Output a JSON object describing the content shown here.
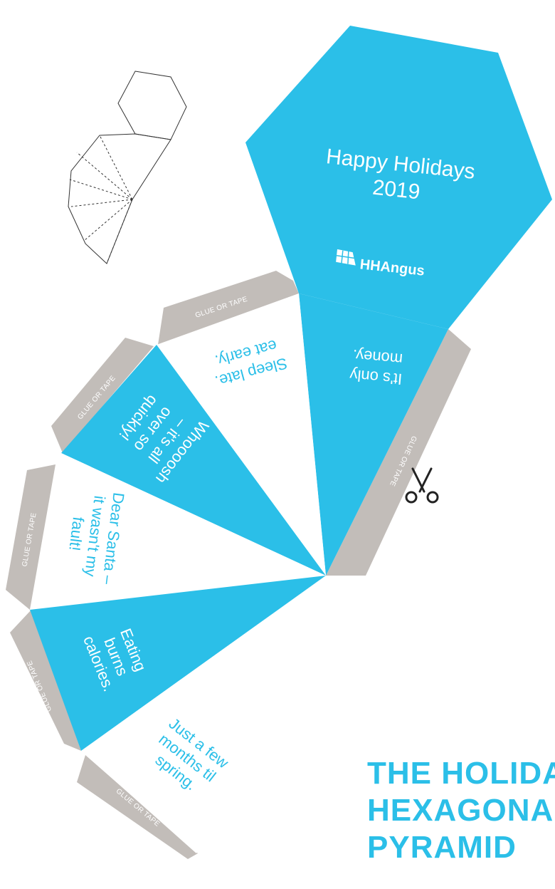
{
  "colors": {
    "accent_blue": "#2bbfe8",
    "tab_gray": "#c2bdb9",
    "outline": "#333333",
    "background": "#ffffff"
  },
  "hexagon": {
    "greeting_line1": "Happy Holidays",
    "greeting_line2": "2019",
    "logo_text": "HHAngus"
  },
  "glue_label": "GLUE OR TAPE",
  "faces": {
    "face1": [
      "It's only",
      "money."
    ],
    "face2": [
      "Sleep late.",
      "eat early."
    ],
    "face3": [
      "Whoooosh",
      "– it's all",
      "over so",
      "quickly!"
    ],
    "face4": [
      "Dear Santa –",
      "it wasn't my",
      "fault!"
    ],
    "face5": [
      "Eating",
      "burns",
      "calories."
    ],
    "face6": [
      "Just a few",
      "months til",
      "spring."
    ]
  },
  "title": {
    "line1": "THE HOLIDAY",
    "line2": "HEXAGONAL",
    "line3": "PYRAMID"
  },
  "icons": {
    "scissors": "scissors-icon",
    "thumbnail": "pyramid-template-thumbnail-icon",
    "logo": "hhangus-logo-icon"
  }
}
